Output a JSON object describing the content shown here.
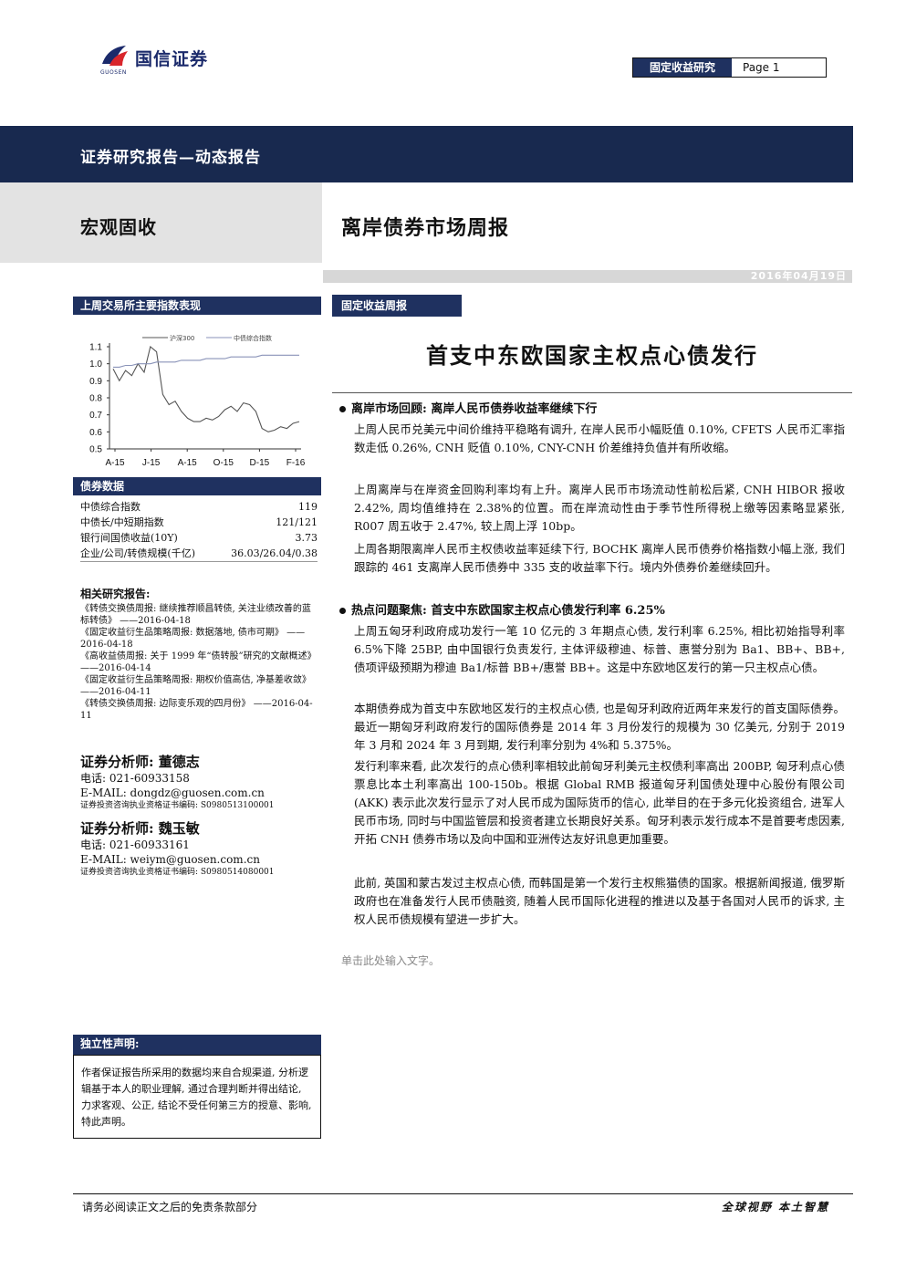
{
  "header": {
    "logo_text": "国信证券",
    "logo_sub": "GUOSEN",
    "category": "固定收益研究",
    "page": "Page 1"
  },
  "banner": {
    "title": "证券研究报告—动态报告",
    "left_subject": "宏观固收",
    "right_subject": "离岸债券市场周报",
    "date": "2016年04月19日"
  },
  "left": {
    "index_section_title": "上周交易所主要指数表现",
    "bond_section_title": "债券数据",
    "bond_rows": [
      {
        "label": "中债综合指数",
        "value": "119"
      },
      {
        "label": "中债长/中短期指数",
        "value": "121/121"
      },
      {
        "label": "银行间国债收益(10Y)",
        "value": "3.73"
      },
      {
        "label": "企业/公司/转债规模(千亿)",
        "value": "36.03/26.04/0.38"
      }
    ],
    "related_title": "相关研究报告:",
    "related_items": [
      "《转债交换债周报: 继续推荐顺昌转债, 关注业绩改善的蓝标转债》 ——2016-04-18",
      "《固定收益衍生品策略周报: 数据落地, 债市可期》 ——2016-04-18",
      "《高收益债周报: 关于 1999 年“债转股”研究的文献概述》 ——2016-04-14",
      "《固定收益衍生品策略周报: 期权价值高估, 净基差收敛》 ——2016-04-11",
      "《转债交换债周报: 边际变乐观的四月份》 ——2016-04-11"
    ],
    "analysts": [
      {
        "name": "证券分析师: 董德志",
        "phone": "电话: 021-60933158",
        "email": "E-MAIL: dongdz@guosen.com.cn",
        "cert": "证券投资咨询执业资格证书编码: S0980513100001"
      },
      {
        "name": "证券分析师: 魏玉敏",
        "phone": "电话: 021-60933161",
        "email": "E-MAIL: weiym@guosen.com.cn",
        "cert": "证券投资咨询执业资格证书编码: S0980514080001"
      }
    ],
    "statement_title": "独立性声明:",
    "statement_text": "作者保证报告所采用的数据均来自合规渠道, 分析逻辑基于本人的职业理解, 通过合理判断并得出结论, 力求客观、公正, 结论不受任何第三方的授意、影响, 特此声明。"
  },
  "chart_data": {
    "type": "line",
    "x": [
      "A-15",
      "J-15",
      "A-15",
      "O-15",
      "D-15",
      "F-16"
    ],
    "ylim": [
      0.5,
      1.1
    ],
    "yticks": [
      "1.1",
      "1.0",
      "0.9",
      "0.8",
      "0.7",
      "0.6",
      "0.5"
    ],
    "series": [
      {
        "name": "沪深300",
        "color": "#555555",
        "values": [
          0.97,
          0.9,
          0.96,
          0.93,
          1.0,
          0.95,
          1.1,
          1.07,
          0.82,
          0.76,
          0.78,
          0.72,
          0.68,
          0.66,
          0.66,
          0.68,
          0.67,
          0.69,
          0.73,
          0.75,
          0.72,
          0.77,
          0.76,
          0.72,
          0.62,
          0.6,
          0.61,
          0.63,
          0.62,
          0.65,
          0.66
        ]
      },
      {
        "name": "中债综合指数",
        "color": "#8a93b8",
        "values": [
          0.98,
          0.98,
          0.99,
          0.99,
          1.0,
          1.0,
          1.0,
          1.01,
          1.01,
          1.01,
          1.01,
          1.02,
          1.02,
          1.02,
          1.02,
          1.03,
          1.03,
          1.03,
          1.03,
          1.04,
          1.04,
          1.04,
          1.04,
          1.04,
          1.05,
          1.05,
          1.05,
          1.05,
          1.05,
          1.05,
          1.05
        ]
      }
    ]
  },
  "main": {
    "tag": "固定收益周报",
    "title": "首支中东欧国家主权点心债发行",
    "sections": [
      {
        "heading": "离岸市场回顾: 离岸人民币债券收益率继续下行",
        "paragraphs": [
          "上周人民币兑美元中间价维持平稳略有调升, 在岸人民币小幅贬值 0.10%, CFETS 人民币汇率指数走低 0.26%, CNH 贬值 0.10%, CNY-CNH 价差维持负值并有所收缩。",
          "上周离岸与在岸资金回购利率均有上升。离岸人民币市场流动性前松后紧, CNH HIBOR 报收 2.42%, 周均值维持在 2.38%的位置。而在岸流动性由于季节性所得税上缴等因素略显紧张, R007 周五收于 2.47%, 较上周上浮 10bp。",
          "上周各期限离岸人民币主权债收益率延续下行, BOCHK 离岸人民币债券价格指数小幅上涨, 我们跟踪的 461 支离岸人民币债券中 335 支的收益率下行。境内外债券价差继续回升。"
        ]
      },
      {
        "heading": "热点问题聚焦: 首支中东欧国家主权点心债发行利率 6.25%",
        "paragraphs": [
          "上周五匈牙利政府成功发行一笔 10 亿元的 3 年期点心债, 发行利率 6.25%, 相比初始指导利率 6.5%下降 25BP, 由中国银行负责发行, 主体评级穆迪、标普、惠誉分别为 Ba1、BB+、BB+, 债项评级预期为穆迪 Ba1/标普 BB+/惠誉 BB+。这是中东欧地区发行的第一只主权点心债。",
          "本期债券成为首支中东欧地区发行的主权点心债, 也是匈牙利政府近两年来发行的首支国际债券。最近一期匈牙利政府发行的国际债券是 2014 年 3 月份发行的规模为 30 亿美元, 分别于 2019 年 3 月和 2024 年 3 月到期, 发行利率分别为 4%和 5.375%。",
          "发行利率来看, 此次发行的点心债利率相较此前匈牙利美元主权债利率高出 200BP, 匈牙利点心债票息比本土利率高出 100-150b。根据 Global RMB 报道匈牙利国债处理中心股份有限公司 (AKK) 表示此次发行显示了对人民币成为国际货币的信心, 此举目的在于多元化投资组合, 进军人民币市场, 同时与中国监管层和投资者建立长期良好关系。匈牙利表示发行成本不是首要考虑因素, 开拓 CNH 债券市场以及向中国和亚洲传达友好讯息更加重要。",
          "此前, 英国和蒙古发过主权点心债, 而韩国是第一个发行主权熊猫债的国家。根据新闻报道, 俄罗斯政府也在准备发行人民币债融资, 随着人民币国际化进程的推进以及基于各国对人民币的诉求, 主权人民币债规模有望进一步扩大。"
        ]
      }
    ],
    "placeholder": "单击此处输入文字。"
  },
  "footer": {
    "left": "请务必阅读正文之后的免责条款部分",
    "right": "全球视野  本土智慧"
  }
}
